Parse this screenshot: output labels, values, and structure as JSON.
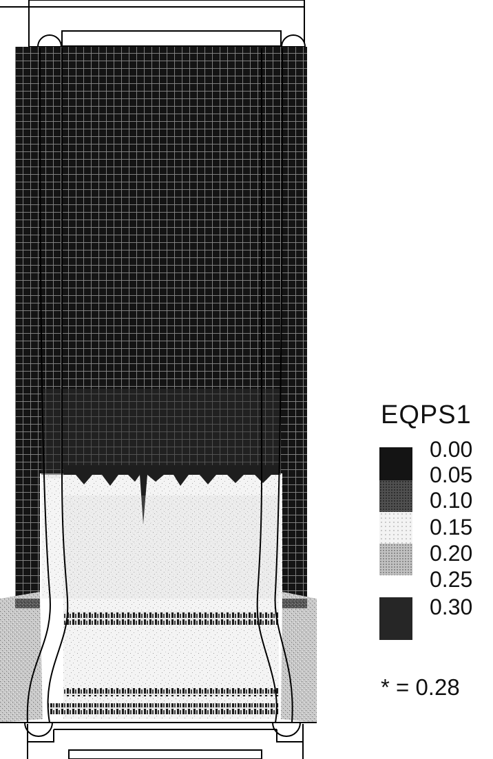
{
  "legend": {
    "title": "EQPS1",
    "labels": [
      "0.00",
      "0.05",
      "0.10",
      "0.15",
      "0.20",
      "0.25",
      "0.30"
    ],
    "max_note": "* = 0.28"
  },
  "contour_levels": [
    {
      "range": "0.00-0.05",
      "color": "#151515"
    },
    {
      "range": "0.05-0.10",
      "color": "#4e4e4e"
    },
    {
      "range": "0.10-0.15",
      "color": "#f2f2f2"
    },
    {
      "range": "0.15-0.20",
      "color": "#bcbcbc"
    },
    {
      "range": "0.25-0.30",
      "color": "#2a2a2a"
    }
  ]
}
